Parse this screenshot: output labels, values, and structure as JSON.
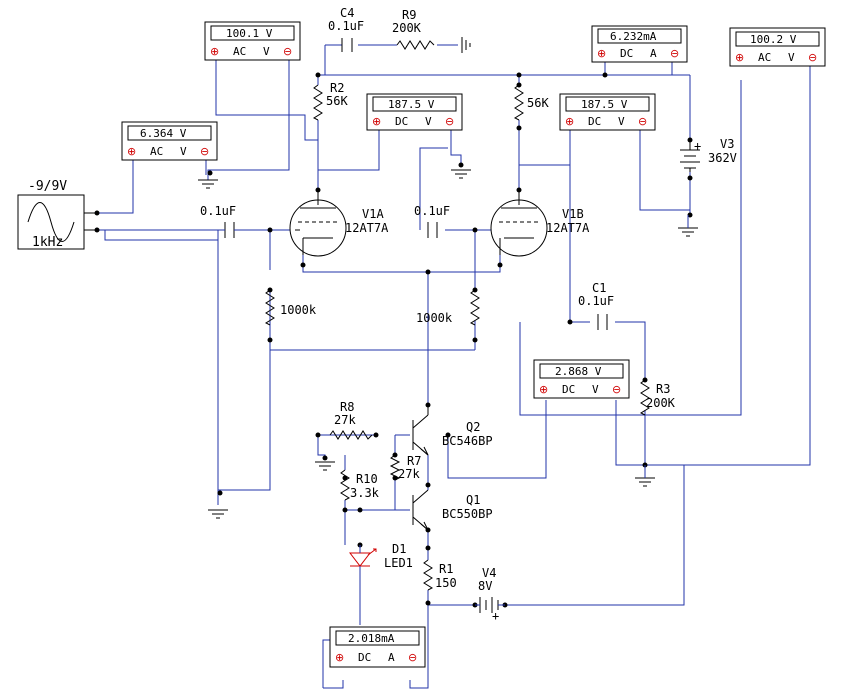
{
  "meters": {
    "m_ac_left": {
      "value": "6.364 V",
      "mode": "AC",
      "unit": "V"
    },
    "m_ac_top": {
      "value": "100.1 V",
      "mode": "AC",
      "unit": "V"
    },
    "m_dc_v1a": {
      "value": "187.5 V",
      "mode": "DC",
      "unit": "V"
    },
    "m_dc_v1b": {
      "value": "187.5 V",
      "mode": "DC",
      "unit": "V"
    },
    "m_dc_a_top": {
      "value": "6.232mA",
      "mode": "DC",
      "unit": "A"
    },
    "m_ac_right": {
      "value": "100.2 V",
      "mode": "AC",
      "unit": "V"
    },
    "m_dc_mid": {
      "value": "2.868 V",
      "mode": "DC",
      "unit": "V"
    },
    "m_dc_a_bot": {
      "value": "2.018mA",
      "mode": "DC",
      "unit": "A"
    }
  },
  "labels": {
    "gen_amp": "-9/9V",
    "gen_freq": "1kHz",
    "c4_name": "C4",
    "c4_val": "0.1uF",
    "r9_name": "R9",
    "r9_val": "200K",
    "r2_name": "R2",
    "r2_val": "56K",
    "r_plate_b": "56K",
    "v3_name": "V3",
    "v3_val": "362V",
    "cin_val": "0.1uF",
    "v1a_name": "V1A",
    "v1a_type": "12AT7A",
    "c_mid_val": "0.1uF",
    "v1b_name": "V1B",
    "v1b_type": "12AT7A",
    "rg_left": "1000k",
    "rg_right": "1000k",
    "c1_name": "C1",
    "c1_val": "0.1uF",
    "r3_name": "R3",
    "r3_val": "200K",
    "r8_name": "R8",
    "r8_val": "27k",
    "q2_name": "Q2",
    "q2_type": "BC546BP",
    "r7_name": "R7",
    "r7_val": "27k",
    "r10_name": "R10",
    "r10_val": "3.3k",
    "q1_name": "Q1",
    "q1_type": "BC550BP",
    "d1_name": "D1",
    "d1_type": "LED1",
    "r1_name": "R1",
    "r1_val": "150",
    "v4_name": "V4",
    "v4_val": "8V"
  },
  "colors": {
    "wire": "#2233aa",
    "terminal": "#d00000",
    "component": "#000000"
  }
}
